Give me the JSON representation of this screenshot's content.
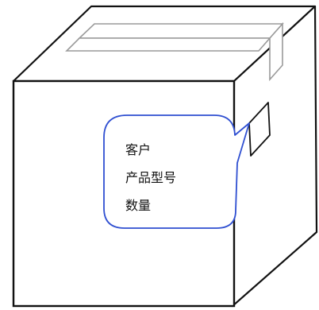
{
  "callout": {
    "lines": [
      "客户",
      "产品型号",
      "数量"
    ]
  },
  "colors": {
    "outline": "#111111",
    "tape": "#9a9a9a",
    "callout_border": "#2f4fd1",
    "background": "#ffffff"
  }
}
